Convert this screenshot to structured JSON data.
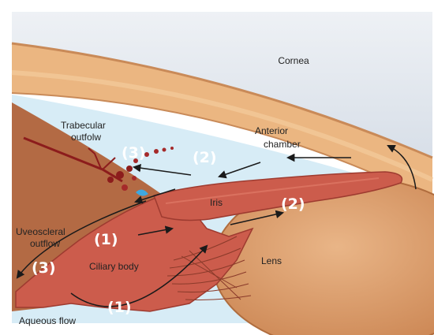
{
  "labels": {
    "cornea": "Cornea",
    "trabecular_line1": "Trabecular",
    "trabecular_line2": "outfolw",
    "anterior_line1": "Anterior",
    "anterior_line2": "chamber",
    "iris": "Iris",
    "uveoscleral_line1": "Uveoscleral",
    "uveoscleral_line2": "outflow",
    "ciliary_body": "Ciliary body",
    "lens": "Lens",
    "aqueous_flow": "Aqueous flow"
  },
  "markers": {
    "trabecular": "(3)",
    "anterior": "(2)",
    "iris": "(2)",
    "uveoscleral": "(3)",
    "ciliary": "(1)",
    "aqueous": "(1)"
  },
  "colors": {
    "background_sky": "#dfe6ee",
    "sclera": "#c98a58",
    "cornea": "#ebb681",
    "aqueous": "#d7ecf6",
    "iris": "#cc5c4c",
    "lens": "#d99a63",
    "blood": "#8c1c1c",
    "arrow": "#1a1a1a"
  }
}
